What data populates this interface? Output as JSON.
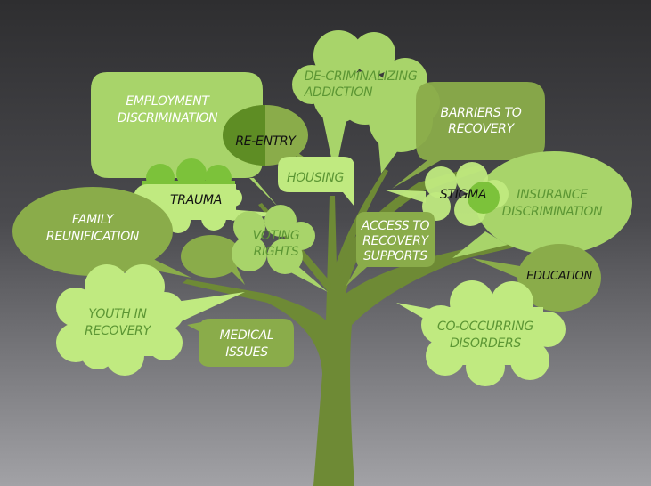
{
  "colors": {
    "trunk": "#6e8a35",
    "light_green": "#a8d46a",
    "pale_green": "#c0ea80",
    "olive": "#8aac4a",
    "bright_green": "#7cc23a",
    "text_green": "#5c9634"
  },
  "bubbles": {
    "employment": {
      "lines": [
        "EMPLOYMENT",
        "DISCRIMINATION"
      ]
    },
    "decriminalizing": {
      "lines": [
        "DE-CRIMINALIZING",
        "ADDICTION"
      ]
    },
    "reentry": {
      "lines": [
        "RE-ENTRY"
      ]
    },
    "barriers": {
      "lines": [
        "BARRIERS TO",
        "RECOVERY"
      ]
    },
    "housing": {
      "lines": [
        "HOUSING"
      ]
    },
    "trauma": {
      "lines": [
        "TRAUMA"
      ]
    },
    "stigma": {
      "lines": [
        "STIGMA"
      ]
    },
    "insurance": {
      "lines": [
        "INSURANCE",
        "DISCRIMINATION"
      ]
    },
    "family": {
      "lines": [
        "FAMILY",
        "REUNIFICATION"
      ]
    },
    "voting": {
      "lines": [
        "VOTING",
        "RIGHTS"
      ]
    },
    "access": {
      "lines": [
        "ACCESS TO",
        "RECOVERY",
        "SUPPORTS"
      ]
    },
    "education": {
      "lines": [
        "EDUCATION"
      ]
    },
    "youth": {
      "lines": [
        "YOUTH IN",
        "RECOVERY"
      ]
    },
    "medical": {
      "lines": [
        "MEDICAL",
        "ISSUES"
      ]
    },
    "cooccurring": {
      "lines": [
        "CO-OCCURRING",
        "DISORDERS"
      ]
    }
  }
}
